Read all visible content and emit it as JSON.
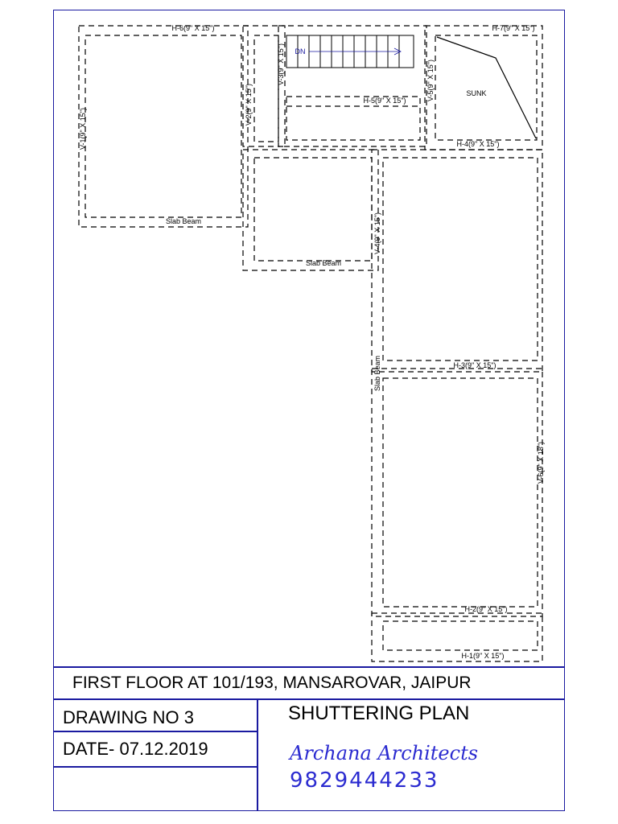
{
  "plan": {
    "labels": {
      "h6": "H-6(9\" X 15\")",
      "h7": "H-7(9\" X 15\")",
      "h5": "H-5(9\" X 15\")",
      "h4": "H-4(9\" X 15\")",
      "h3": "H-3(9\" X 15\")",
      "h2": "H-2(9\" X 15\")",
      "h1": "H-1(9\" X 15\")",
      "v1": "V-1(9\" X 15\")",
      "v2": "V-2(9\" X 15\")",
      "v3": "V-3(9\" X 15\")",
      "v4": "V-4(9\" X 15\")",
      "v5": "V-5(9\" X 15\")",
      "v6": "V-6(9\" X 18\")",
      "slab_beam_1": "Slab Beam",
      "slab_beam_2": "Slab Beam",
      "slab_beam_3": "Slab Beam",
      "stair_dn": "DN",
      "sunk": "SUNK"
    },
    "line_color": "#000000",
    "stair_text_color": "#1a1aa0"
  },
  "title_block": {
    "project": "FIRST FLOOR AT 101/193, MANSAROVAR, JAIPUR",
    "drawing_no": "DRAWING NO 3",
    "drawing_title": "SHUTTERING PLAN",
    "date": "DATE- 07.12.2019",
    "firm": "Archana Architects",
    "phone": "9829444233",
    "border_color": "#1a1aa0",
    "accent_color": "#2b2bd0"
  }
}
